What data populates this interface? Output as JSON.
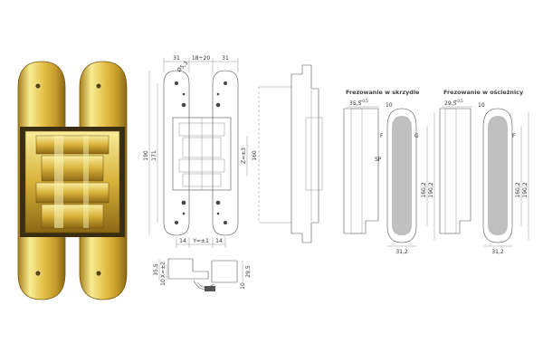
{
  "colors": {
    "brass_light": "#f6e98a",
    "brass_mid": "#d9b43c",
    "brass_dark": "#9a7418",
    "shadow": "#3a2e12",
    "pocket_gray": "#c9c9c9",
    "routing_gray": "#e6e6e6"
  },
  "drawing": {
    "front": {
      "top_dims": [
        "31",
        "18÷20",
        "31"
      ],
      "screw_dia": "Ø5,3",
      "height_outer": "190",
      "height_inner": "171",
      "bottom_left": "14",
      "bottom_mid": "Y=±1",
      "bottom_right": "14"
    },
    "side": {
      "z_adjust": "Z=±3",
      "height": "160"
    },
    "bottom_view": {
      "h1": "35,5",
      "h2": "X=±2",
      "h3": "10",
      "right_h": "29,5",
      "right_small": "10"
    }
  },
  "milling": {
    "leaf": {
      "title": "Frezowanie w skrzydle",
      "top_dim": "35,5",
      "top_tol": "+0,5",
      "right_top": "10",
      "labels": [
        "F",
        "G",
        "SP"
      ],
      "h1": "160,2",
      "h2": "190,2",
      "width": "31,2"
    },
    "frame": {
      "title": "Frezowanie w ościeżnicy",
      "top_dim": "29,5",
      "top_tol": "+0,5",
      "right_top": "10",
      "labels": [
        "F"
      ],
      "h1": "160,2",
      "h2": "190,2",
      "width": "31,2"
    }
  }
}
